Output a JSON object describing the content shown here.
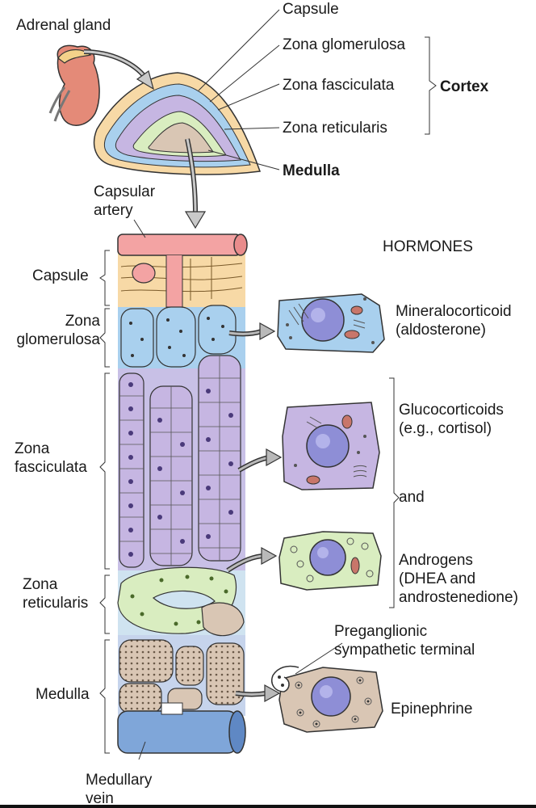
{
  "top_labels": {
    "adrenal_gland": "Adrenal gland",
    "capsule": "Capsule",
    "zona_glomerulosa": "Zona glomerulosa",
    "zona_fasciculata": "Zona fasciculata",
    "zona_reticularis": "Zona reticularis",
    "cortex": "Cortex",
    "medulla": "Medulla"
  },
  "column_labels": {
    "capsular_artery": [
      "Capsular",
      "artery"
    ],
    "capsule": "Capsule",
    "zona_glomerulosa": [
      "Zona",
      "glomerulosa"
    ],
    "zona_fasciculata": [
      "Zona",
      "fasciculata"
    ],
    "zona_reticularis": [
      "Zona",
      "reticularis"
    ],
    "medulla": "Medulla",
    "medullary_vein": [
      "Medullary",
      "vein"
    ]
  },
  "hormones": {
    "heading": "HORMONES",
    "mineralocorticoid": [
      "Mineralocorticoid",
      "(aldosterone)"
    ],
    "glucocorticoids": [
      "Glucocorticoids",
      "(e.g., cortisol)"
    ],
    "and": "and",
    "androgens": [
      "Androgens",
      "(DHEA and",
      "androstenedione)"
    ],
    "preganglionic": [
      "Preganglionic",
      "sympathetic terminal"
    ],
    "epinephrine": "Epinephrine"
  },
  "colors": {
    "capsule_fill": "#f7d9a6",
    "artery": "#f3a3a3",
    "glomerulosa": "#a9d0ee",
    "fasciculata": "#c6b6e2",
    "reticularis": "#d9edc0",
    "medulla": "#d9c6b4",
    "vein": "#7fa6d9",
    "kidney": "#e48a78",
    "arrow": "#b9b9b9"
  }
}
